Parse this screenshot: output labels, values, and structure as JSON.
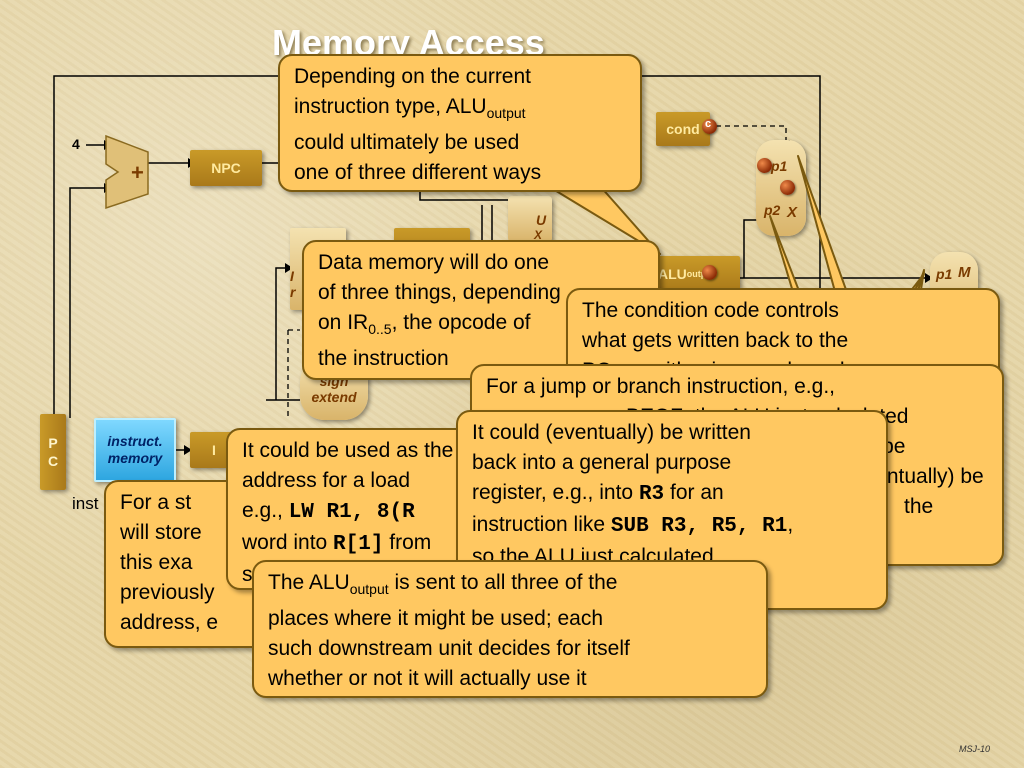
{
  "slide": {
    "title": "Memory Access",
    "footer": "MSJ-10"
  },
  "diagram": {
    "const_four": "4",
    "adder_symbol": "+",
    "npc": "NPC",
    "cond": "cond",
    "cond_ball": "c",
    "mux_p1": "p1",
    "mux_p2": "p2",
    "mux_x": "X",
    "mux2_p1": "p1",
    "mux2_m": "M",
    "alu_left": "U",
    "alu_left2": "X",
    "alu_output_main": "ALU",
    "alu_output_sub": "output",
    "pc_p": "P",
    "pc_c": "C",
    "imem_1": "instruct.",
    "imem_2": "memory",
    "ir_fragment": "I",
    "sign_extend_1": "sign",
    "sign_extend_2": "extend",
    "partial_reg_1": "I",
    "partial_reg_2": "r",
    "instr_fragment": "inst"
  },
  "callouts": {
    "c1": {
      "l1": "Depending on the current",
      "l2a": "instruction type, ALU",
      "l2sub": "output",
      "l3": "could ultimately be used",
      "l4": "one of three different ways"
    },
    "c2": {
      "l1": "Data memory will do one",
      "l2": "of three things, depending",
      "l3a": "on IR",
      "l3sub": "0..5",
      "l3b": ", the opcode of",
      "l4": "the instruction"
    },
    "c3": {
      "l1": "The condition code controls",
      "l2": "what gets written back to the",
      "l3": "PC, as with a jump or branch"
    },
    "c4": {
      "l1": "For a jump or branch instruction, e.g.,",
      "l2": "BEQZ, the ALU just calculated",
      "l3": "the target location to be",
      "l4": "(eventually) be",
      "l5": "the"
    },
    "c5": {
      "l1": "It could be used as the",
      "l2": "address for a load",
      "l3a": "e.g., ",
      "l3code": "LW R1, 8(R",
      "l4a": "word into ",
      "l4code": "R[1]",
      "l4b": " from",
      "l5": "s"
    },
    "c6": {
      "l1": "It could (eventually) be written",
      "l2": "back into  a general purpose",
      "l3a": "register, e.g., into ",
      "l3code": "R3",
      "l3b": " for an",
      "l4a": "instruction like ",
      "l4code": "SUB R3, R5, R1",
      "l4b": ",",
      "l5": "so the ALU just calculated"
    },
    "c7": {
      "l1": "For a st",
      "l2": "will store",
      "l3": "this exa",
      "l4": "previously",
      "l5": "address, e"
    },
    "c8": {
      "l1a": "The ALU",
      "l1sub": "output",
      "l1b": "  is sent to all three of the",
      "l2": "places where it might  be used; each",
      "l3": "such downstream unit decides for itself",
      "l4": "whether or not it will actually use it"
    }
  }
}
